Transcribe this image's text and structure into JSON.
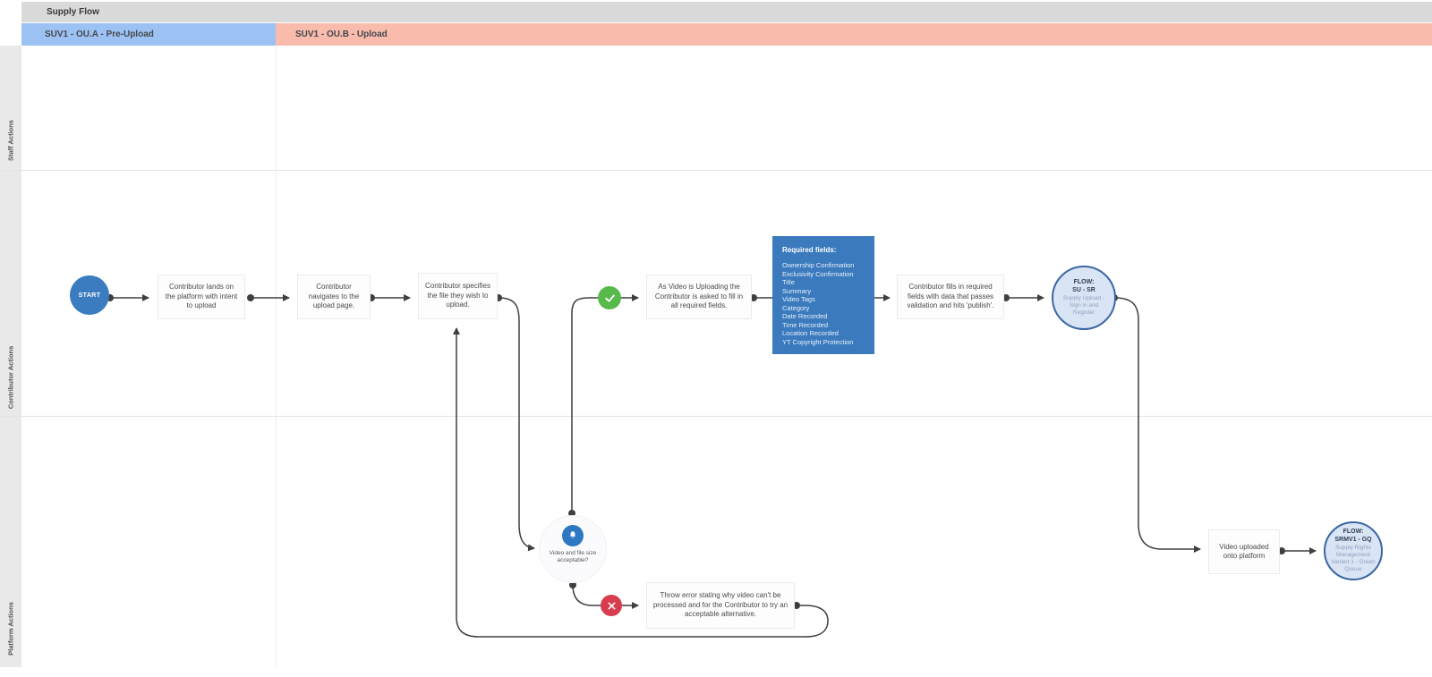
{
  "header": {
    "title": "Supply Flow",
    "columns": [
      {
        "label": "SUV1 - OU.A - Pre-Upload",
        "color": "#9cc2f4"
      },
      {
        "label": "SUV1 - OU.B - Upload",
        "color": "#f8bbac"
      }
    ]
  },
  "lanes": [
    {
      "label": "Staff Actions"
    },
    {
      "label": "Contributor Actions"
    },
    {
      "label": "Platform Actions"
    }
  ],
  "nodes": {
    "start": {
      "label": "START"
    },
    "land": {
      "text": "Contributor lands on the platform with intent to upload"
    },
    "navigate": {
      "text": "Contributor navigates to the upload page."
    },
    "specify": {
      "text": "Contributor specifies the file they wish to upload."
    },
    "uploading_fields": {
      "text": "As Video is Uploading the Contributor is asked to fill in all required fields."
    },
    "required_fields": {
      "title": "Required fields:",
      "items": [
        "Ownership Confirmation",
        "Exclusivity Confirmation",
        "Title",
        "Summary",
        "Video Tags",
        "Category",
        "Date Recorded",
        "Time Recorded",
        "Location Recorded",
        "YT Copyright Protection"
      ]
    },
    "fill_publish": {
      "text": "Contributor fills in required fields with data that passes validation and hits 'publish'."
    },
    "flow_su_sr": {
      "heading": "FLOW:",
      "code": "SU - SR",
      "sub": "Supply Upload - Sign in and Register"
    },
    "size_check": {
      "text": "Video and file size acceptable?"
    },
    "throw_error": {
      "text": "Throw error stating why video can't be processed and for the Contributor to try an acceptable alternative."
    },
    "video_uploaded": {
      "text": "Video uploaded onto platform"
    },
    "flow_srmv1_gq": {
      "heading": "FLOW:",
      "code": "SRMV1 - GQ",
      "sub": "Supply Rights Management Variant 1 - Green Queue"
    }
  },
  "colors": {
    "accent_blue": "#3a7abd",
    "lane_header_blue": "#9cc2f4",
    "lane_header_pink": "#f8bbac",
    "success_green": "#56b949",
    "error_red": "#d63d4e",
    "flow_circle_fill": "#d9e4f4",
    "flow_circle_border": "#3a67a5",
    "connector": "#3f3f3f"
  }
}
